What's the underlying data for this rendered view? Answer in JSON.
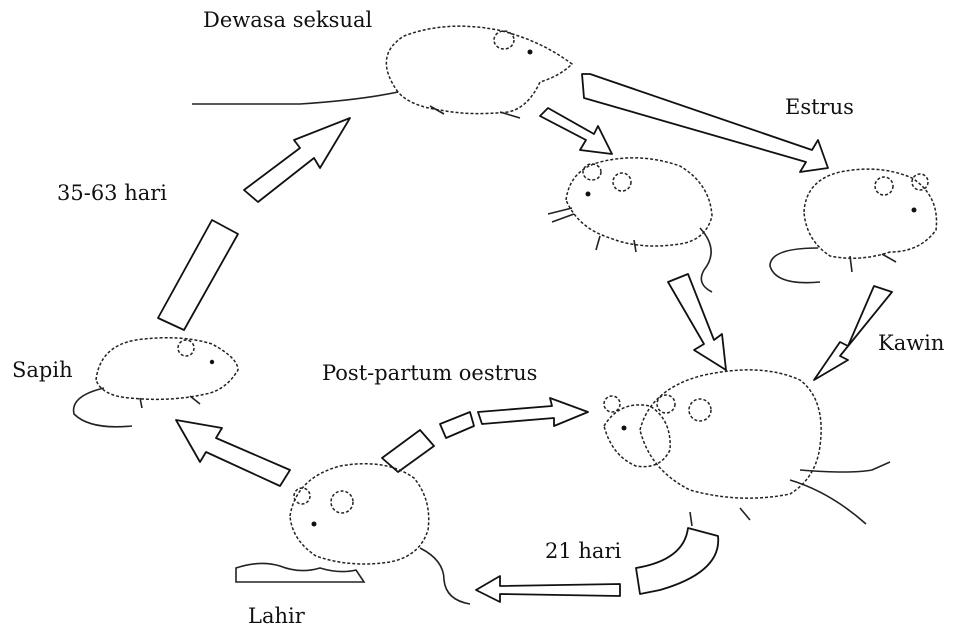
{
  "labels": {
    "dewasa_seksual": "Dewasa seksual",
    "estrus": "Estrus",
    "kawin": "Kawin",
    "hari_35_63": "35-63 hari",
    "sapih": "Sapih",
    "post_partum": "Post-partum oestrus",
    "hari_21": "21 hari",
    "lahir": "Lahir"
  },
  "icons": [
    "rat-adult-top-icon",
    "rat-mid-icon",
    "rat-estrus-icon",
    "rat-mating-pair-icon",
    "rat-weaned-icon",
    "rat-mother-litter-icon"
  ]
}
